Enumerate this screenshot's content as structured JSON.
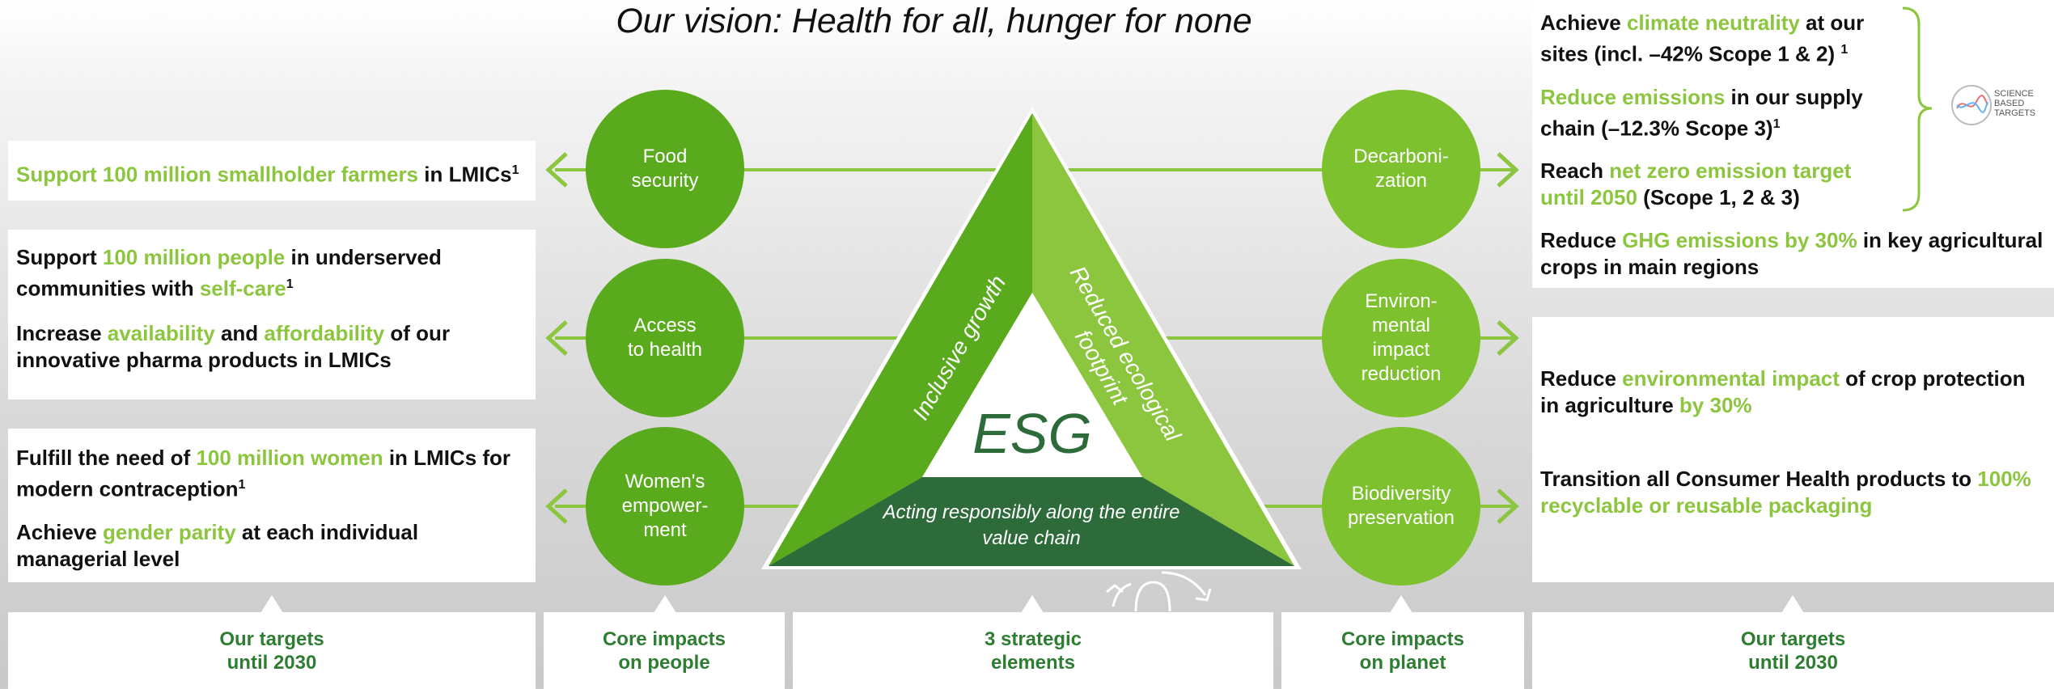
{
  "title": "Our vision: Health for all, hunger for none",
  "people_targets": {
    "food": {
      "p1": "Support 100 million smallholder farmers",
      "p2": " in LMICs",
      "sup": "1"
    },
    "health": {
      "a1": "Support ",
      "a2": "100 million people",
      "a3": " in underserved communities with ",
      "a4": "self-care",
      "a5": "1",
      "b1": "Increase ",
      "b2": "availability",
      "b3": " and ",
      "b4": "affordability",
      "b5": " of our innovative pharma products in LMICs"
    },
    "women": {
      "a1": "Fulfill the need of ",
      "a2": "100 million women",
      "a3": " in LMICs for modern contraception",
      "a4": "1",
      "b1": "Achieve ",
      "b2": "gender parity",
      "b3": " at each individual managerial level"
    }
  },
  "people_circles": [
    "Food\nsecurity",
    "Access\nto health",
    "Women's\nempower-\nment"
  ],
  "triangle": {
    "left": "Inclusive growth",
    "right": "Reduced ecological footprint",
    "center": "ESG",
    "bottom": "Acting responsibly along the entire value chain"
  },
  "planet_circles": [
    "Decarboni-\nzation",
    "Environ-\nmental\nimpact\nreduction",
    "Biodiversity\npreservation"
  ],
  "planet_targets": {
    "climate": {
      "a1": "Achieve ",
      "a2": "climate neutrality",
      "a3": " at our sites (incl. –42% Scope 1 & 2) ",
      "a4": "1",
      "b1": "Reduce emissions",
      "b2": " in our supply chain (–12.3% Scope 3)",
      "b3": "1",
      "c1": "Reach ",
      "c2": "net zero emission target until 2050",
      "c3": " (Scope 1, 2 & 3)",
      "d1": "Reduce ",
      "d2": "GHG emissions by 30%",
      "d3": " in key agricultural crops in main regions"
    },
    "env": {
      "a1": "Reduce ",
      "a2": "environmental impact",
      "a3": " of crop protection in agriculture ",
      "a4": "by 30%"
    },
    "bio": {
      "a1": "Transition all Consumer Health products to ",
      "a2": "100% recyclable or reusable packaging"
    }
  },
  "sbti_label": "SCIENCE\nBASED\nTARGETS",
  "footers": [
    "Our targets\nuntil 2030",
    "Core impacts\non people",
    "3 strategic\nelements",
    "Core impacts\non planet",
    "Our targets\nuntil 2030"
  ],
  "colors": {
    "dark_green": "#2e6b3a",
    "mid_green": "#5aaa1e",
    "light_green": "#8cc63f",
    "accent": "#8cc63f"
  }
}
